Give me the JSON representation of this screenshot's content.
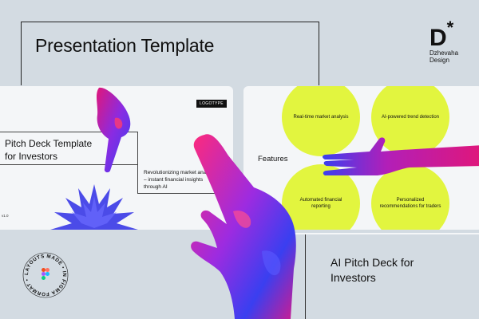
{
  "header": {
    "title": "Presentation Template",
    "brand_mark": "D",
    "brand_star": "*",
    "brand_line1": "Dzhevaha",
    "brand_line2": "Design"
  },
  "left_slide": {
    "title_line1": "Pitch Deck Template",
    "title_line2": "for Investors",
    "subtitle": "Revolutionizing market analysis – instant financial insights through AI",
    "logotype": "LOGOTYPE",
    "version": "v1.0"
  },
  "right_slide": {
    "features_label": "Features",
    "features": [
      "Real-time market analysis",
      "AI-powered trend detection",
      "Automated financial reporting",
      "Personalized recommendations for traders"
    ]
  },
  "bottom_slide": {
    "title_line1": "AI Pitch Deck for",
    "title_line2": "Investors"
  },
  "stamp": {
    "text": "LAYOUTS MADE • IN FIGMA FORMAT •"
  },
  "colors": {
    "background": "#d3dbe2",
    "accent_lime": "#e2f53f",
    "hand_magenta": "#d21b8e",
    "hand_blue": "#3a3ff0"
  }
}
